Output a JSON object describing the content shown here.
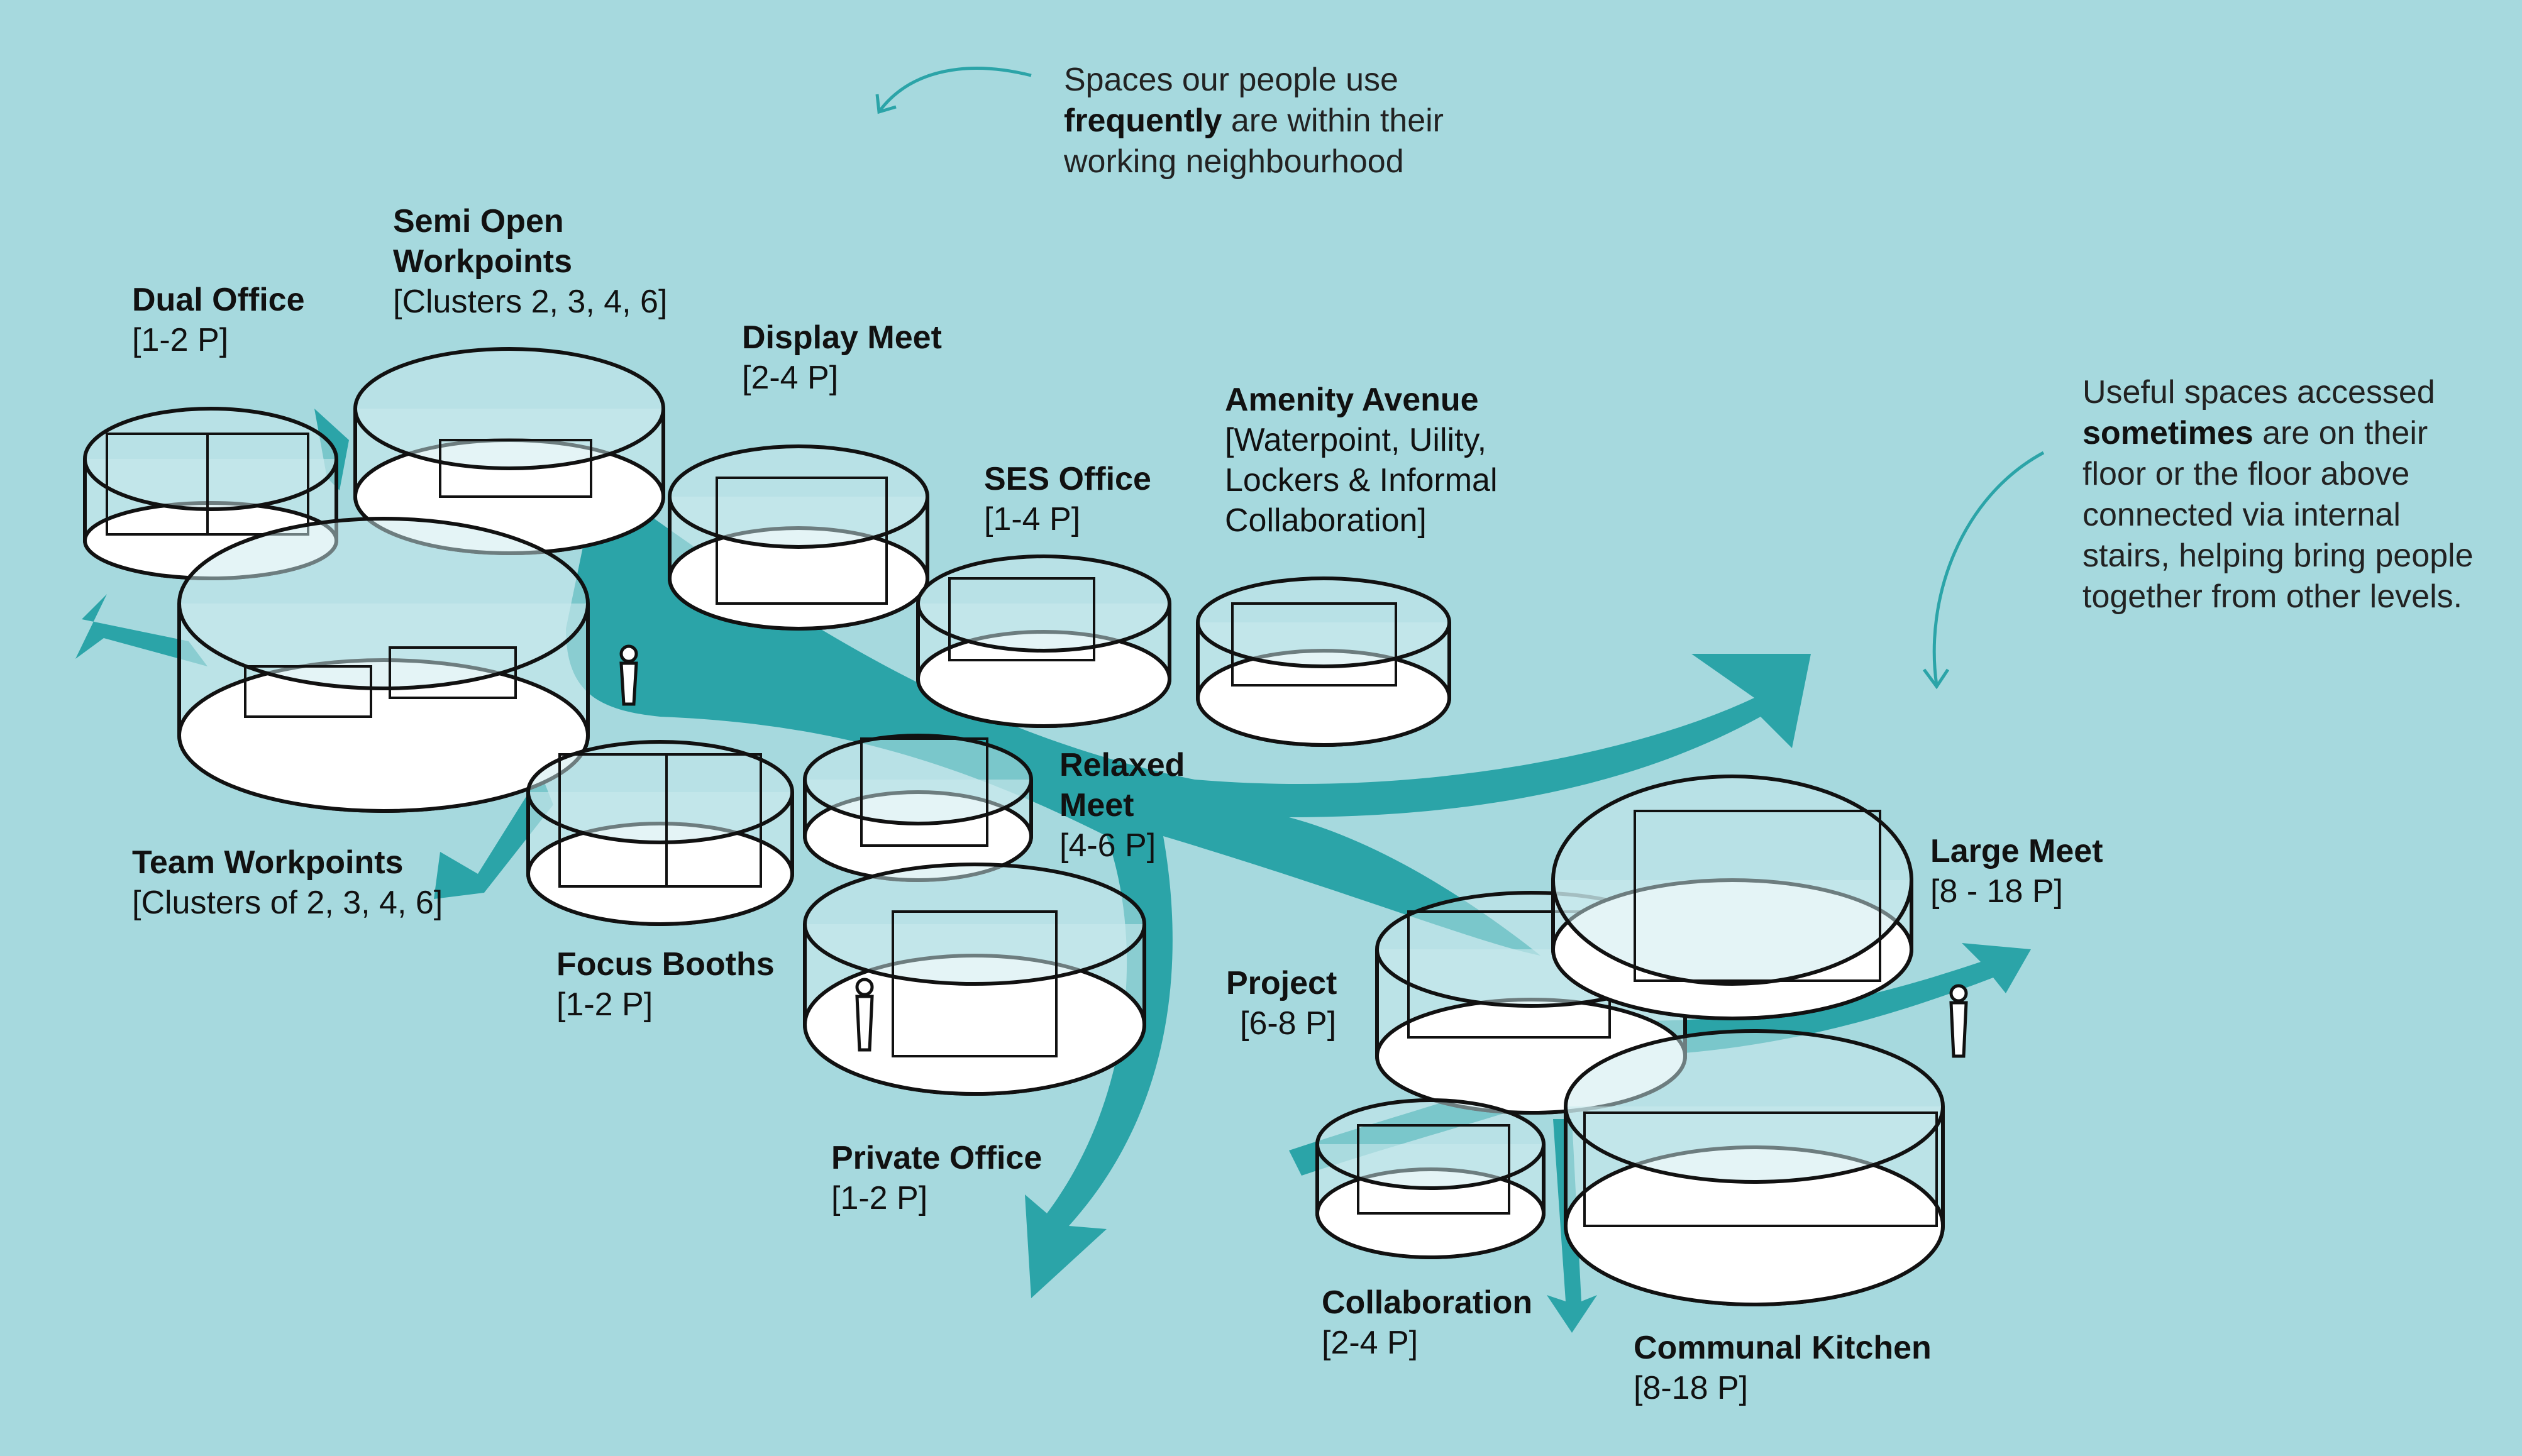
{
  "notes": {
    "frequent": {
      "before": "Spaces our people use",
      "bold": "frequently",
      "after": "are within their working neighbourhood"
    },
    "sometimes": {
      "before": "Useful spaces accessed",
      "bold": "sometimes",
      "after": "are on their floor or the floor above connected via internal stairs, helping bring people together from other levels."
    }
  },
  "spaces": {
    "dual_office": {
      "title": "Dual Office",
      "sub": "[1-2 P]"
    },
    "semi_open": {
      "title1": "Semi Open",
      "title2": "Workpoints",
      "sub": "[Clusters 2, 3, 4, 6]"
    },
    "display_meet": {
      "title": "Display Meet",
      "sub": "[2-4 P]"
    },
    "ses_office": {
      "title": "SES Office",
      "sub": "[1-4 P]"
    },
    "amenity_avenue": {
      "title": "Amenity Avenue",
      "sub1": "[Waterpoint, Uility,",
      "sub2": "Lockers & Informal",
      "sub3": "Collaboration]"
    },
    "team_workpoints": {
      "title": "Team Workpoints",
      "sub": "[Clusters of 2, 3, 4, 6]"
    },
    "focus_booths": {
      "title": "Focus Booths",
      "sub": "[1-2 P]"
    },
    "relaxed_meet": {
      "title1": "Relaxed",
      "title2": "Meet",
      "sub": "[4-6 P]"
    },
    "private_office": {
      "title": "Private Office",
      "sub": "[1-2 P]"
    },
    "project": {
      "title": "Project",
      "sub": "[6-8 P]"
    },
    "large_meet": {
      "title": "Large Meet",
      "sub": "[8 - 18 P]"
    },
    "collaboration": {
      "title": "Collaboration",
      "sub": "[2-4 P]"
    },
    "communal_kitchen": {
      "title": "Communal Kitchen",
      "sub": "[8-18 P]"
    }
  },
  "colors": {
    "background": "#a6d9de",
    "path": "#2ba4a8",
    "pod_glass": "#c9eaed",
    "pod_floor": "#ffffff",
    "ink": "#111111"
  }
}
